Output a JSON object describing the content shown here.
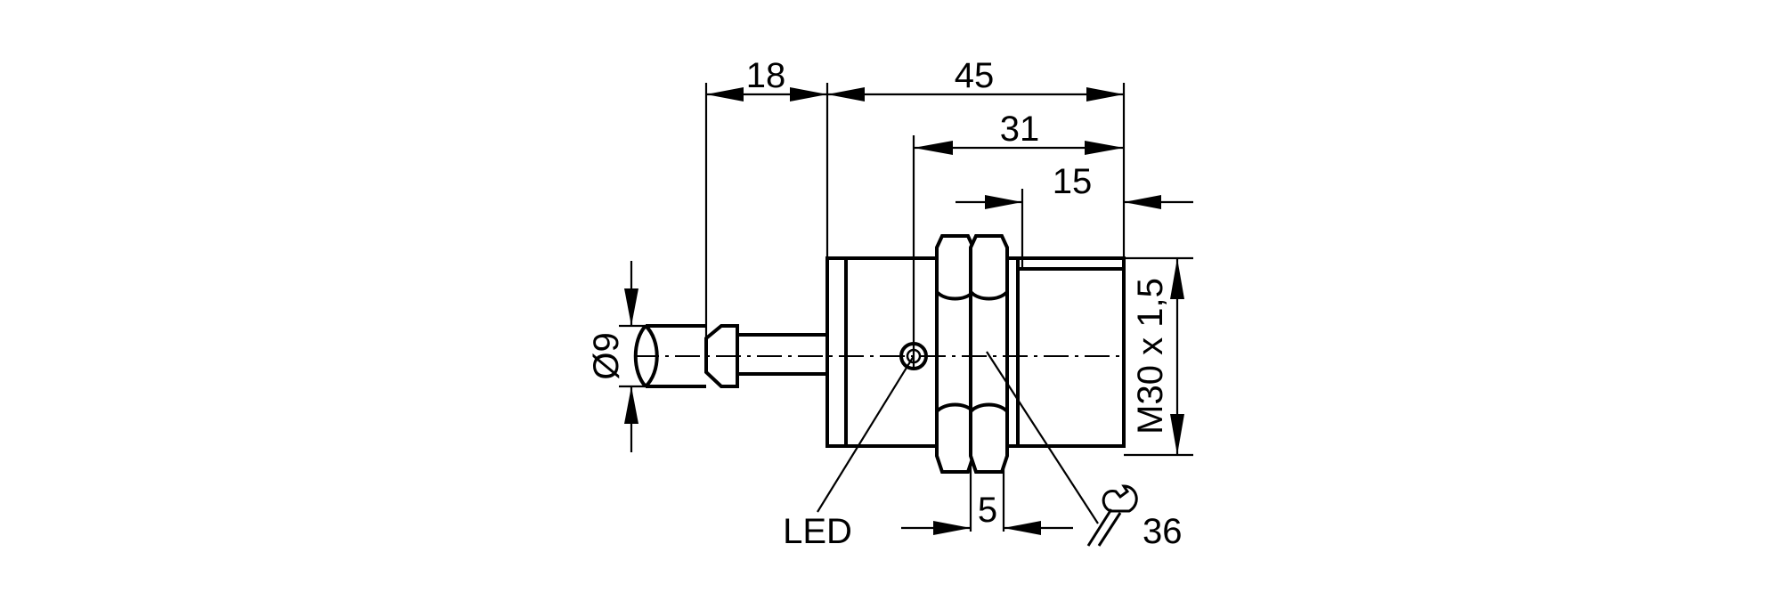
{
  "drawing": {
    "dimensions": {
      "cable_length": "18",
      "overall_length": "45",
      "led_to_face": "31",
      "thread_free_length": "15",
      "cable_diameter": "Ø9",
      "thread": "M30 x 1,5",
      "nut_thickness": "5",
      "wrench_size": "36"
    },
    "labels": {
      "led": "LED"
    },
    "colors": {
      "line": "#000000",
      "background": "#ffffff"
    }
  }
}
